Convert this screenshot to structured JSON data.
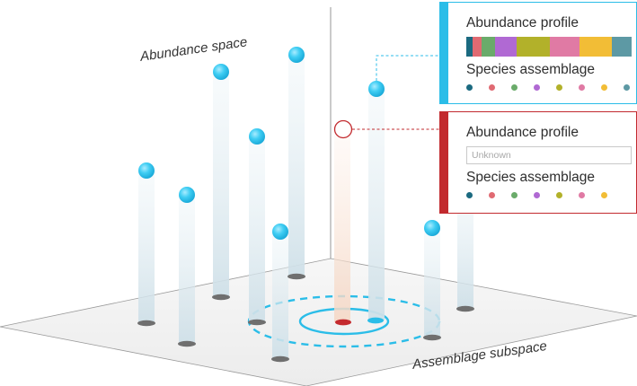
{
  "labels": {
    "abundance_space": "Abundance space",
    "assemblage_subspace": "Assemblage subspace"
  },
  "panels": {
    "known": {
      "title": "Abundance profile",
      "subtitle": "Species assemblage",
      "accent": "#2ec4ee",
      "abundance_colors": [
        "#1b6a80",
        "#e06a72",
        "#6aab6a",
        "#b069d3",
        "#b2b12a",
        "#e07aa4",
        "#f2bd36",
        "#5d99a4"
      ],
      "abundance_shares": [
        0.04,
        0.05,
        0.08,
        0.13,
        0.2,
        0.18,
        0.19,
        0.12
      ],
      "species_colors": [
        "#1b6a80",
        "#e06a72",
        "#6aab6a",
        "#b069d3",
        "#b2b12a",
        "#e07aa4",
        "#f2bd36",
        "#5d99a4"
      ]
    },
    "unknown": {
      "title": "Abundance profile",
      "field_text": "Unknown",
      "subtitle": "Species assemblage",
      "accent": "#c22a2e",
      "species_colors": [
        "#1b6a80",
        "#e06a72",
        "#6aab6a",
        "#b069d3",
        "#b2b12a",
        "#e07aa4",
        "#f2bd36"
      ]
    }
  },
  "colors": {
    "sphere": "#2fc3ef",
    "pillar": "#d6e8f0",
    "floor": "#f3f3f3",
    "target_point": "#c42a2e",
    "circle": "#2bbde8"
  }
}
